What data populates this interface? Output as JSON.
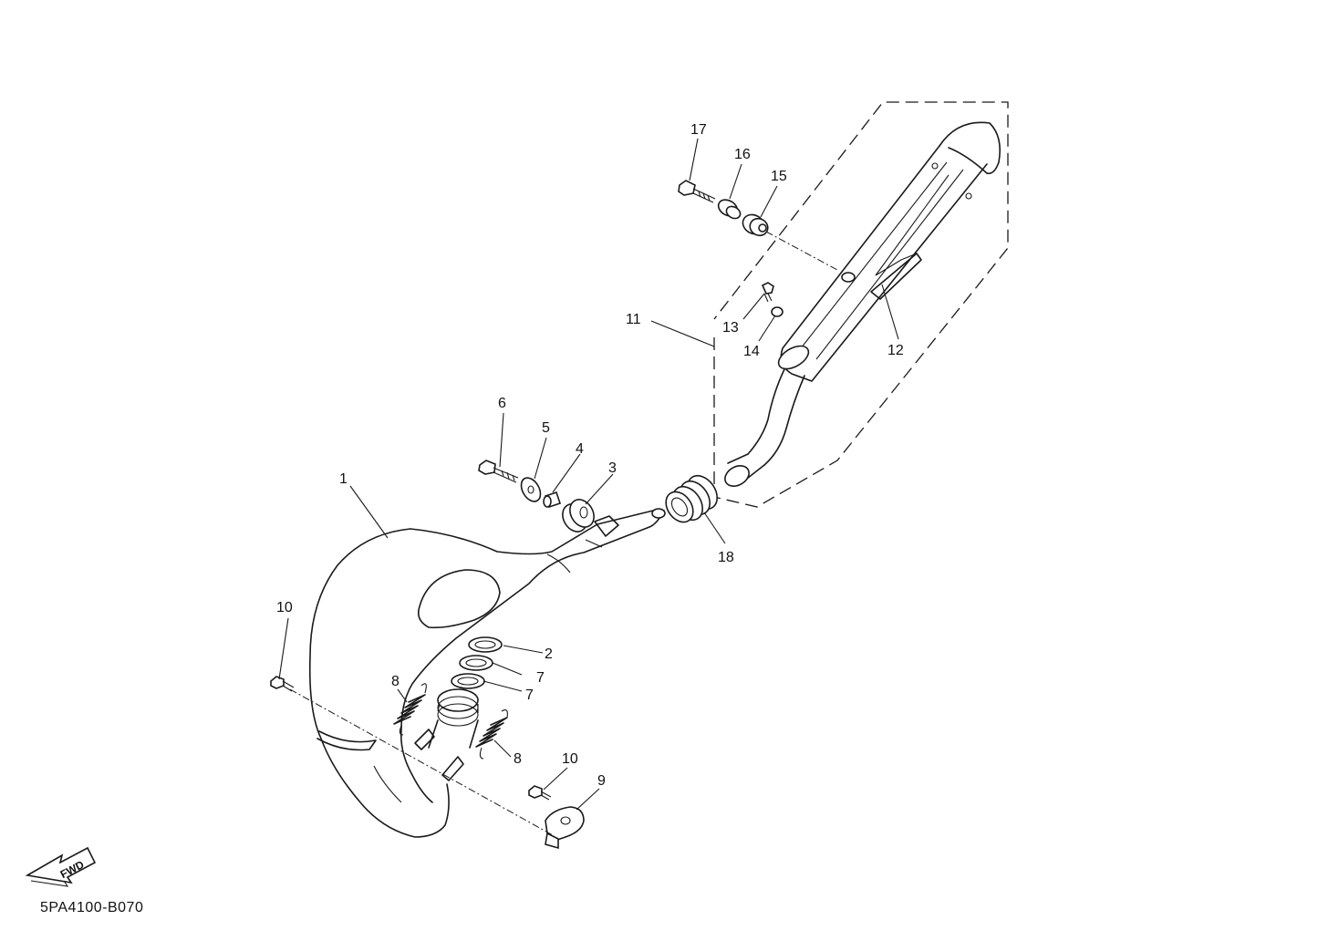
{
  "diagram_code": "5PA4100-B070",
  "fwd_label": "FWD",
  "callouts": {
    "c1": "1",
    "c2": "2",
    "c3": "3",
    "c4": "4",
    "c5": "5",
    "c6": "6",
    "c7a": "7",
    "c7b": "7",
    "c8a": "8",
    "c8b": "8",
    "c9": "9",
    "c10a": "10",
    "c10b": "10",
    "c11": "11",
    "c12": "12",
    "c13": "13",
    "c14": "14",
    "c15": "15",
    "c16": "16",
    "c17": "17",
    "c18": "18"
  }
}
